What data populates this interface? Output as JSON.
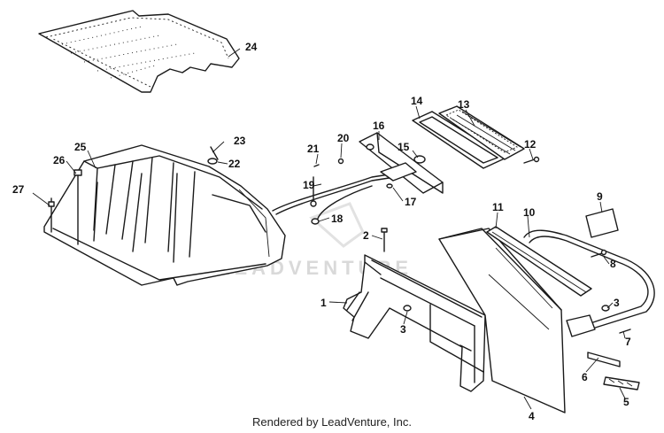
{
  "callouts": [
    {
      "id": "1",
      "text": "1"
    },
    {
      "id": "2",
      "text": "2"
    },
    {
      "id": "3a",
      "text": "3"
    },
    {
      "id": "3b",
      "text": "3"
    },
    {
      "id": "4",
      "text": "4"
    },
    {
      "id": "5",
      "text": "5"
    },
    {
      "id": "6",
      "text": "6"
    },
    {
      "id": "7",
      "text": "7"
    },
    {
      "id": "8",
      "text": "8"
    },
    {
      "id": "9",
      "text": "9"
    },
    {
      "id": "10",
      "text": "10"
    },
    {
      "id": "11",
      "text": "11"
    },
    {
      "id": "12",
      "text": "12"
    },
    {
      "id": "13",
      "text": "13"
    },
    {
      "id": "14",
      "text": "14"
    },
    {
      "id": "15",
      "text": "15"
    },
    {
      "id": "16",
      "text": "16"
    },
    {
      "id": "17",
      "text": "17"
    },
    {
      "id": "18",
      "text": "18"
    },
    {
      "id": "19",
      "text": "19"
    },
    {
      "id": "20",
      "text": "20"
    },
    {
      "id": "21",
      "text": "21"
    },
    {
      "id": "22",
      "text": "22"
    },
    {
      "id": "23",
      "text": "23"
    },
    {
      "id": "24",
      "text": "24"
    },
    {
      "id": "25",
      "text": "25"
    },
    {
      "id": "26",
      "text": "26"
    },
    {
      "id": "27",
      "text": "27"
    }
  ],
  "watermark": "LEADVENTURE",
  "footer": "Rendered by LeadVenture, Inc."
}
